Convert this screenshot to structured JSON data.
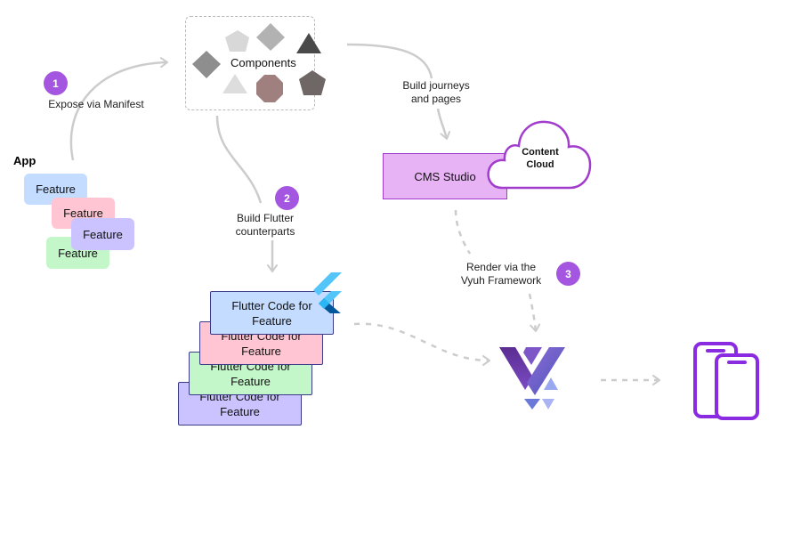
{
  "colors": {
    "step_badge": "#a556e0",
    "connector": "#cccccc",
    "feature_blue": "#c4dcff",
    "feature_pink": "#ffc5d2",
    "feature_purple": "#cbc3ff",
    "feature_green": "#c3f6c8",
    "cms_fill": "#e8b3f5",
    "cms_border": "#a23ccc",
    "device_purple": "#8a2be2"
  },
  "app": {
    "title": "App",
    "features": [
      "Feature",
      "Feature",
      "Feature",
      "Feature"
    ]
  },
  "components": {
    "label": "Components"
  },
  "steps": [
    {
      "number": "1",
      "caption": "Expose via Manifest"
    },
    {
      "number": "2",
      "caption_line1": "Build Flutter",
      "caption_line2": "counterparts"
    },
    {
      "number": "3",
      "caption_line1": "Render via the",
      "caption_line2": "Vyuh Framework"
    }
  ],
  "journeys": {
    "caption_line1": "Build journeys",
    "caption_line2": "and pages"
  },
  "cms": {
    "label": "CMS Studio",
    "cloud_line1": "Content",
    "cloud_line2": "Cloud"
  },
  "flutter_cards": [
    {
      "line1": "Flutter Code for",
      "line2": "Feature"
    },
    {
      "line1": "Flutter Code for",
      "line2": "Feature"
    },
    {
      "line1": "Flutter Code for",
      "line2": "Feature"
    },
    {
      "line1": "Flutter Code for",
      "line2": "Feature"
    }
  ],
  "icons": {
    "flutter": "flutter-logo-icon",
    "vyuh": "vyuh-logo-icon",
    "devices": "mobile-devices-icon"
  }
}
